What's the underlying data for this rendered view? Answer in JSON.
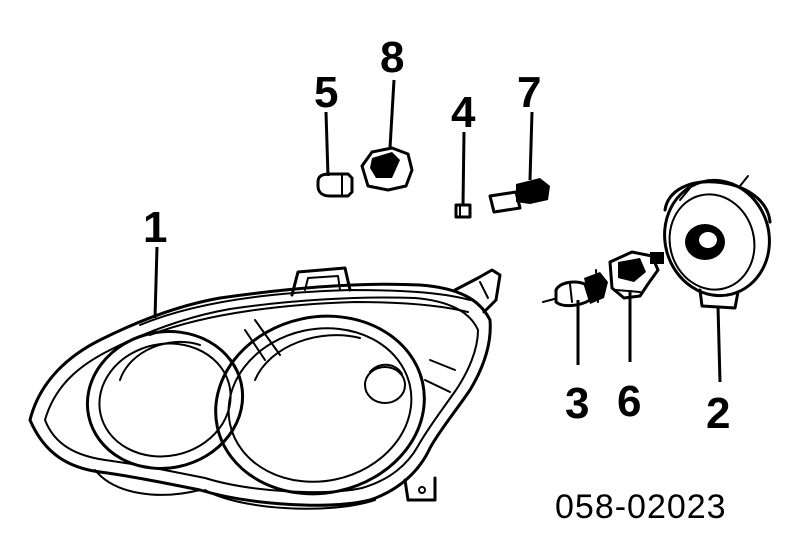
{
  "diagram": {
    "part_labels": {
      "headlight_assembly": "1",
      "socket_housing": "2",
      "h7_bulb": "3",
      "small_bulb": "4",
      "wedge_bulb": "5",
      "bulb_socket": "6",
      "bulb_with_socket": "7",
      "turn_socket": "8"
    },
    "drawing_code": "058-02023"
  }
}
